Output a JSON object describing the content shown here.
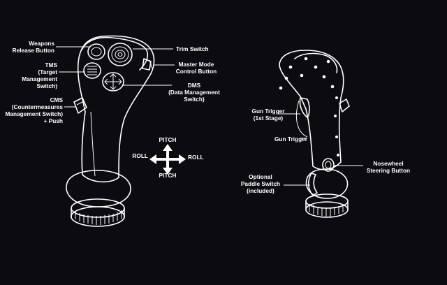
{
  "diagram": {
    "left_stick": {
      "weapons_release": "Weapons\nRelease Button",
      "tms": "TMS\n(Target Management\nSwitch)",
      "cms": "CMS\n(Countermeasures\nManagement Switch)\n+ Push",
      "trim": "Trim Switch",
      "master_mode": "Master Mode\nControl Button",
      "dms": "DMS\n(Data Management\nSwitch)"
    },
    "axes": {
      "pitch_top": "PITCH",
      "pitch_bottom": "PITCH",
      "roll_left": "ROLL",
      "roll_right": "ROLL"
    },
    "right_stick": {
      "gun_trigger_1": "Gun Trigger\n(1st Stage)",
      "gun_trigger": "Gun Trigger",
      "paddle": "Optional\nPaddle Switch\n(included)",
      "nosewheel": "Nosewheel\nSteering Button"
    },
    "colors": {
      "background": "#0b0b10",
      "line": "#ffffff"
    }
  }
}
